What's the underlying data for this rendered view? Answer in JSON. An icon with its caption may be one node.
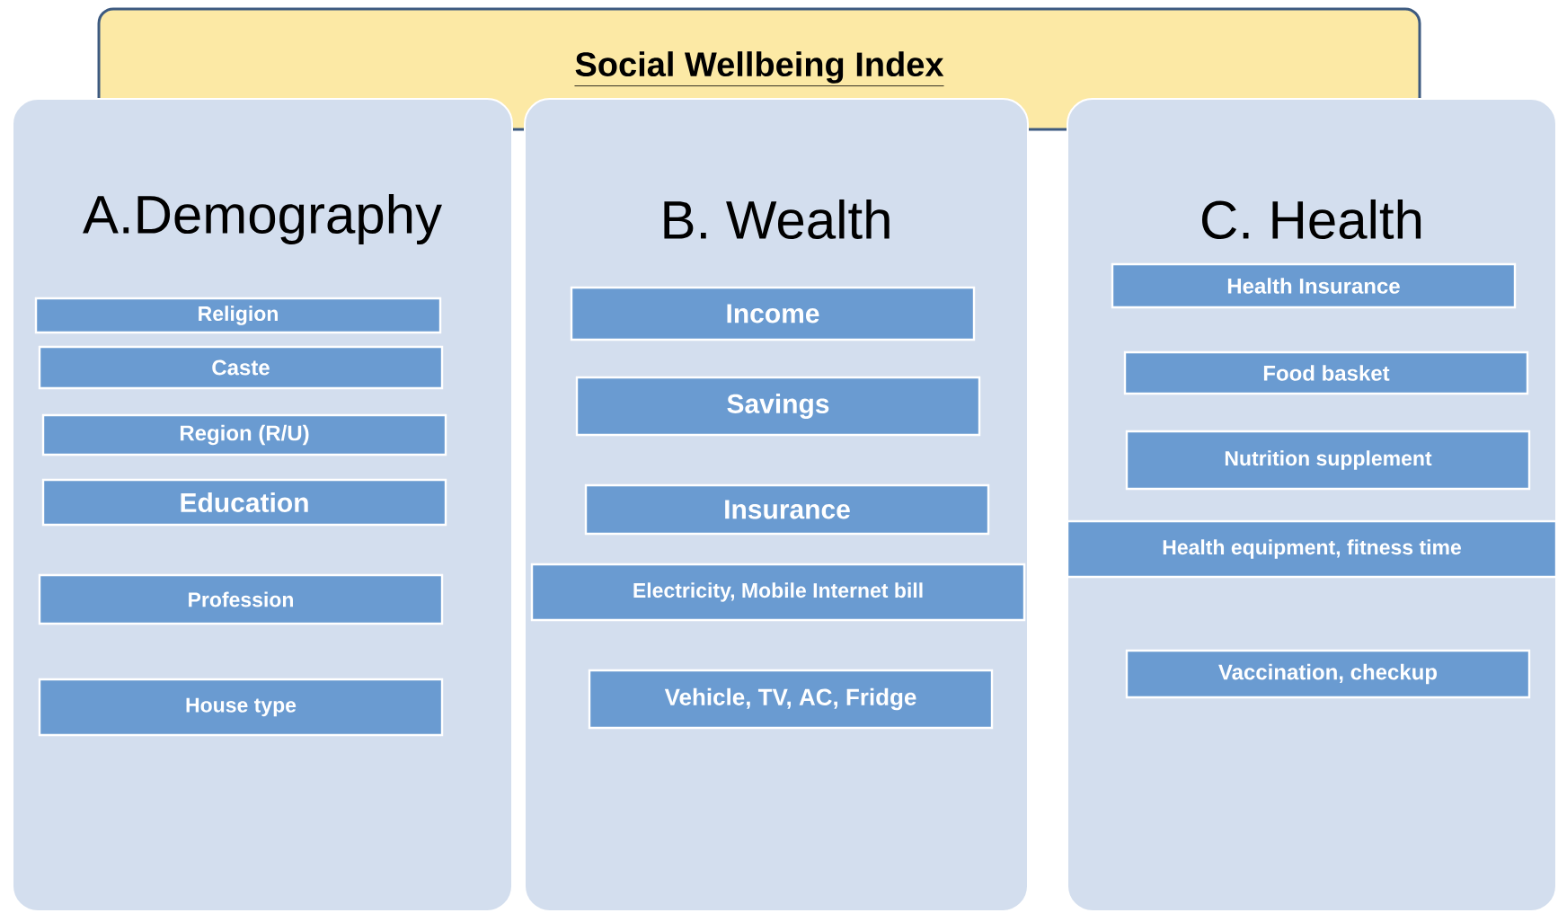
{
  "diagram": {
    "nodes": [
      {
        "text": [
          "Social Wellbeing Index"
        ]
      },
      {
        "text": [
          "A.Demography"
        ]
      },
      {
        "text": [
          "Religion"
        ],
        "in": 1
      },
      {
        "text": [
          "Caste"
        ],
        "in": 1
      },
      {
        "text": [
          "Region (R/U)"
        ],
        "in": 1
      },
      {
        "text": [
          "Education"
        ],
        "in": 1
      },
      {
        "text": [
          "Profession"
        ],
        "in": 1
      },
      {
        "text": [
          "House type"
        ],
        "in": 1
      },
      {
        "text": [
          "B. Wealth"
        ]
      },
      {
        "text": [
          "Income"
        ],
        "in": 8
      },
      {
        "text": [
          "Savings"
        ],
        "in": 8
      },
      {
        "text": [
          "Insurance"
        ],
        "in": 8
      },
      {
        "text": [
          "Electricity, Mobile Internet bill"
        ],
        "in": 8
      },
      {
        "text": [
          "Vehicle, TV, AC, Fridge"
        ],
        "in": 8
      },
      {
        "text": [
          "C. Health"
        ]
      },
      {
        "text": [
          "Health Insurance"
        ],
        "in": 14
      },
      {
        "text": [
          "Food basket"
        ],
        "in": 14
      },
      {
        "text": [
          "Nutrition supplement"
        ],
        "in": 14
      },
      {
        "text": [
          "Health equipment, fitness time"
        ],
        "in": 14
      },
      {
        "text": [
          "Vaccination, checkup"
        ],
        "in": 14
      }
    ]
  }
}
